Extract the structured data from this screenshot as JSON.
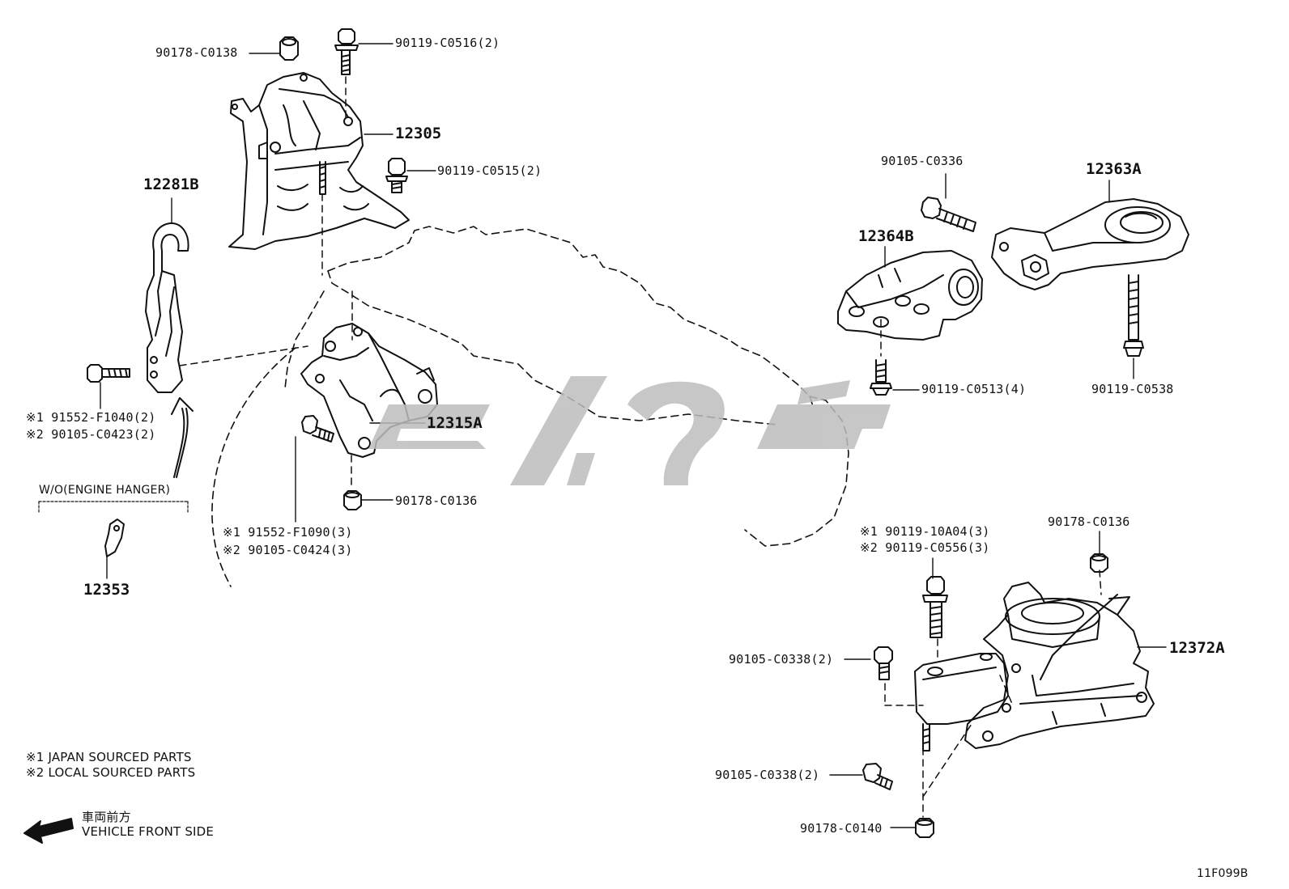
{
  "parts": {
    "p90178_c0138": "90178-C0138",
    "p90119_c0516": "90119-C0516(2)",
    "p12305": "12305",
    "p90119_c0515": "90119-C0515(2)",
    "p12281b": "12281B",
    "p91552_f1040": "※1  91552-F1040(2)",
    "p90105_c0423": "※2  90105-C0423(2)",
    "p_wo_hanger": "W/O(ENGINE HANGER)",
    "p12353": "12353",
    "p12315a": "12315A",
    "p90178_c0136_a": "90178-C0136",
    "p91552_f1090": "※1  91552-F1090(3)",
    "p90105_c0424": "※2  90105-C0424(3)",
    "p90105_c0336": "90105-C0336",
    "p12364b": "12364B",
    "p12363a": "12363A",
    "p90119_c0513": "90119-C0513(4)",
    "p90119_c0538": "90119-C0538",
    "p90119_10a04": "※1  90119-10A04(3)",
    "p90119_c0556": "※2  90119-C0556(3)",
    "p90178_c0136_b": "90178-C0136",
    "p12372a": "12372A",
    "p90105_c0338_a": "90105-C0338(2)",
    "p90105_c0338_b": "90105-C0338(2)",
    "p90178_c0140": "90178-C0140"
  },
  "legend": {
    "note1": "※1  JAPAN SOURCED PARTS",
    "note2": "※2  LOCAL SOURCED PARTS",
    "front_jp": "車両前方",
    "front_en": "VEHICLE FRONT SIDE"
  },
  "diagram_code": "11F099B",
  "watermark_color": "#bdbdbd"
}
